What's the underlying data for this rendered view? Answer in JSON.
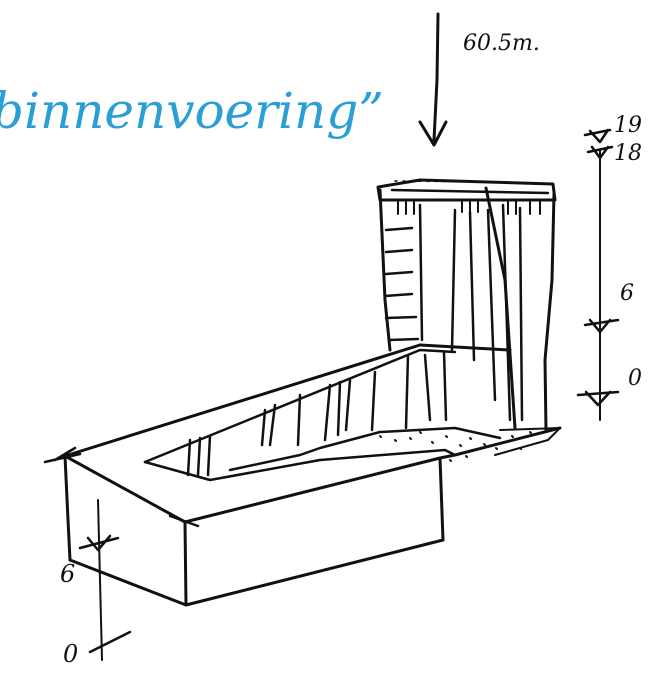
{
  "caption": "binnenvoering”",
  "tower_height": "60.5m.",
  "tower_levels": [
    "19",
    "18",
    "6",
    "0"
  ],
  "base_levels": [
    "6",
    "0"
  ],
  "colors": {
    "caption": "#2a9fd6",
    "ink": "#111111"
  }
}
